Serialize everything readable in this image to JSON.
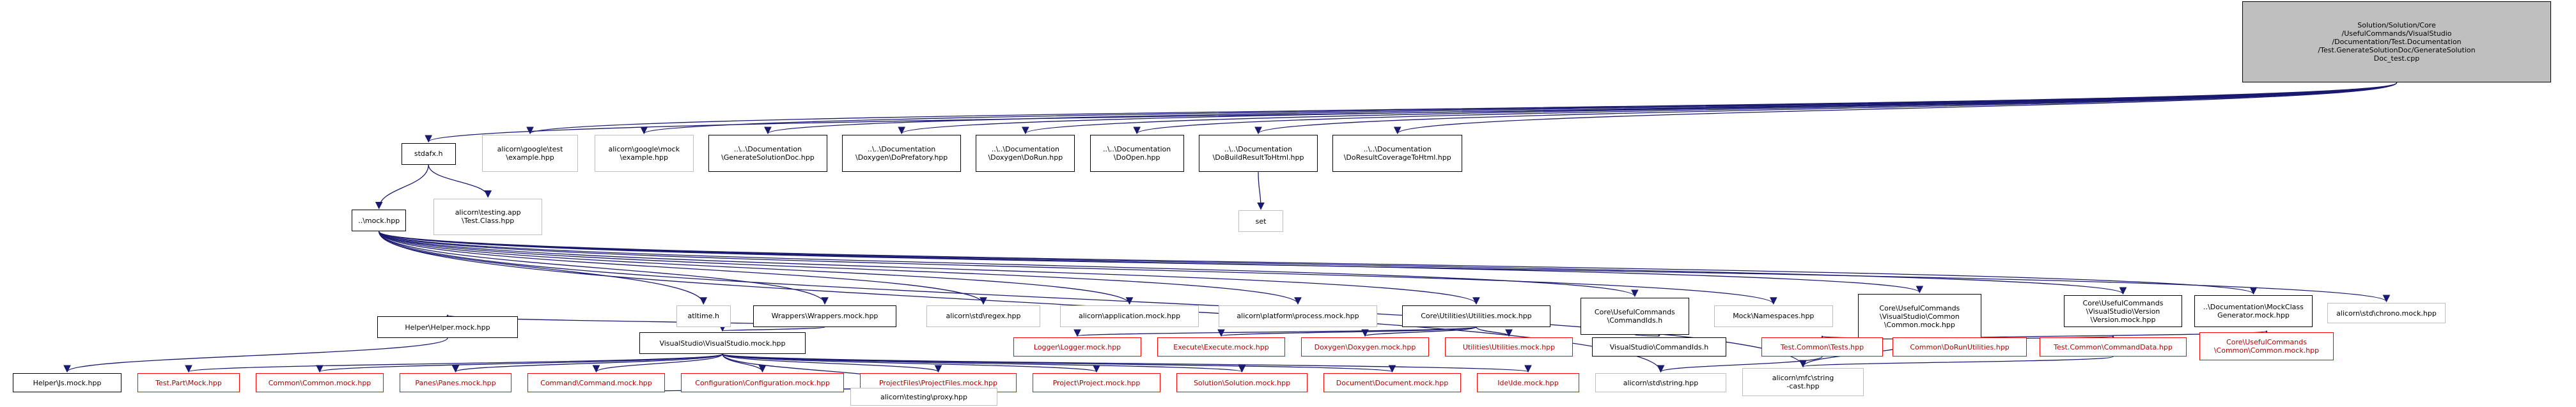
{
  "colors": {
    "edge": "#191970",
    "black_border": "#000000",
    "gray_border": "#bfbfbf",
    "red_border": "#ff0000",
    "root_fill": "#bfbfbf"
  },
  "nodes": {
    "root": "Solution/Solution/Core\n/UsefulCommands/VisualStudio\n/Documentation/Test.Documentation\n/Test.GenerateSolutionDoc/GenerateSolution\nDoc_test.cpp",
    "stdafx": "stdafx.h",
    "google_test_example": "alicorn\\google\\test\n\\example.hpp",
    "google_mock_example": "alicorn\\google\\mock\n\\example.hpp",
    "generate_solution_doc": "..\\..\\Documentation\n\\GenerateSolutionDoc.hpp",
    "do_prefatory": "..\\..\\Documentation\n\\Doxygen\\DoPrefatory.hpp",
    "do_run": "..\\..\\Documentation\n\\Doxygen\\DoRun.hpp",
    "do_open": "..\\..\\Documentation\n\\DoOpen.hpp",
    "do_build_result": "..\\..\\Documentation\n\\DoBuildResultToHtml.hpp",
    "do_result_coverage": "..\\..\\Documentation\n\\DoResultCoverageToHtml.hpp",
    "mock": "..\\mock.hpp",
    "testing_app": "alicorn\\testing.app\n\\Test.Class.hpp",
    "set": "set",
    "atltime": "atltime.h",
    "wrappers": "Wrappers\\Wrappers.mock.hpp",
    "regex": "alicorn\\std\\regex.hpp",
    "application": "alicorn\\application.mock.hpp",
    "platform_process": "alicorn\\platform\\process.mock.hpp",
    "utilities": "Core\\Utilities\\Utilities.mock.hpp",
    "command_ids": "Core\\UsefulCommands\n\\CommandIds.h",
    "mock_namespaces": "Mock\\Namespaces.hpp",
    "common_mock": "Core\\UsefulCommands\n\\VisualStudio\\Common\n\\Common.mock.hpp",
    "version": "Core\\UsefulCommands\n\\VisualStudio\\Version\n\\Version.mock.hpp",
    "mock_class_gen": "..\\Documentation\\MockClass\nGenerator.mock.hpp",
    "chrono": "alicorn\\std\\chrono.mock.hpp",
    "helper": "Helper\\Helper.mock.hpp",
    "visualstudio": "VisualStudio\\VisualStudio.mock.hpp",
    "logger": "Logger\\Logger.mock.hpp",
    "execute": "Execute\\Execute.mock.hpp",
    "doxygen": "Doxygen\\Doxygen.mock.hpp",
    "utilities_red": "Utilities\\Utilities.mock.hpp",
    "vs_command_ids": "VisualStudio\\CommandIds.h",
    "test_common_tests": "Test.Common\\Tests.hpp",
    "dorun_utilities": "Common\\DoRunUtilities.hpp",
    "test_common_cmddata": "Test.Common\\CommandData.hpp",
    "core_common_red": "Core\\UsefulCommands\n\\Common\\Common.mock.hpp",
    "js": "Helper\\Js.mock.hpp",
    "test_part": "Test.Part\\Mock.hpp",
    "common_common": "Common\\Common.mock.hpp",
    "panes": "Panes\\Panes.mock.hpp",
    "command": "Command\\Command.mock.hpp",
    "configuration": "Configuration\\Configuration.mock.hpp",
    "projectfiles": "ProjectFiles\\ProjectFiles.mock.hpp",
    "project": "Project\\Project.mock.hpp",
    "solution": "Solution\\Solution.mock.hpp",
    "document": "Document\\Document.mock.hpp",
    "ide": "Ide\\Ide.mock.hpp",
    "std_string": "alicorn\\std\\string.hpp",
    "mfc_string": "alicorn\\mfc\\string\n-cast.hpp",
    "proxy": "alicorn\\testing\\proxy.hpp"
  }
}
